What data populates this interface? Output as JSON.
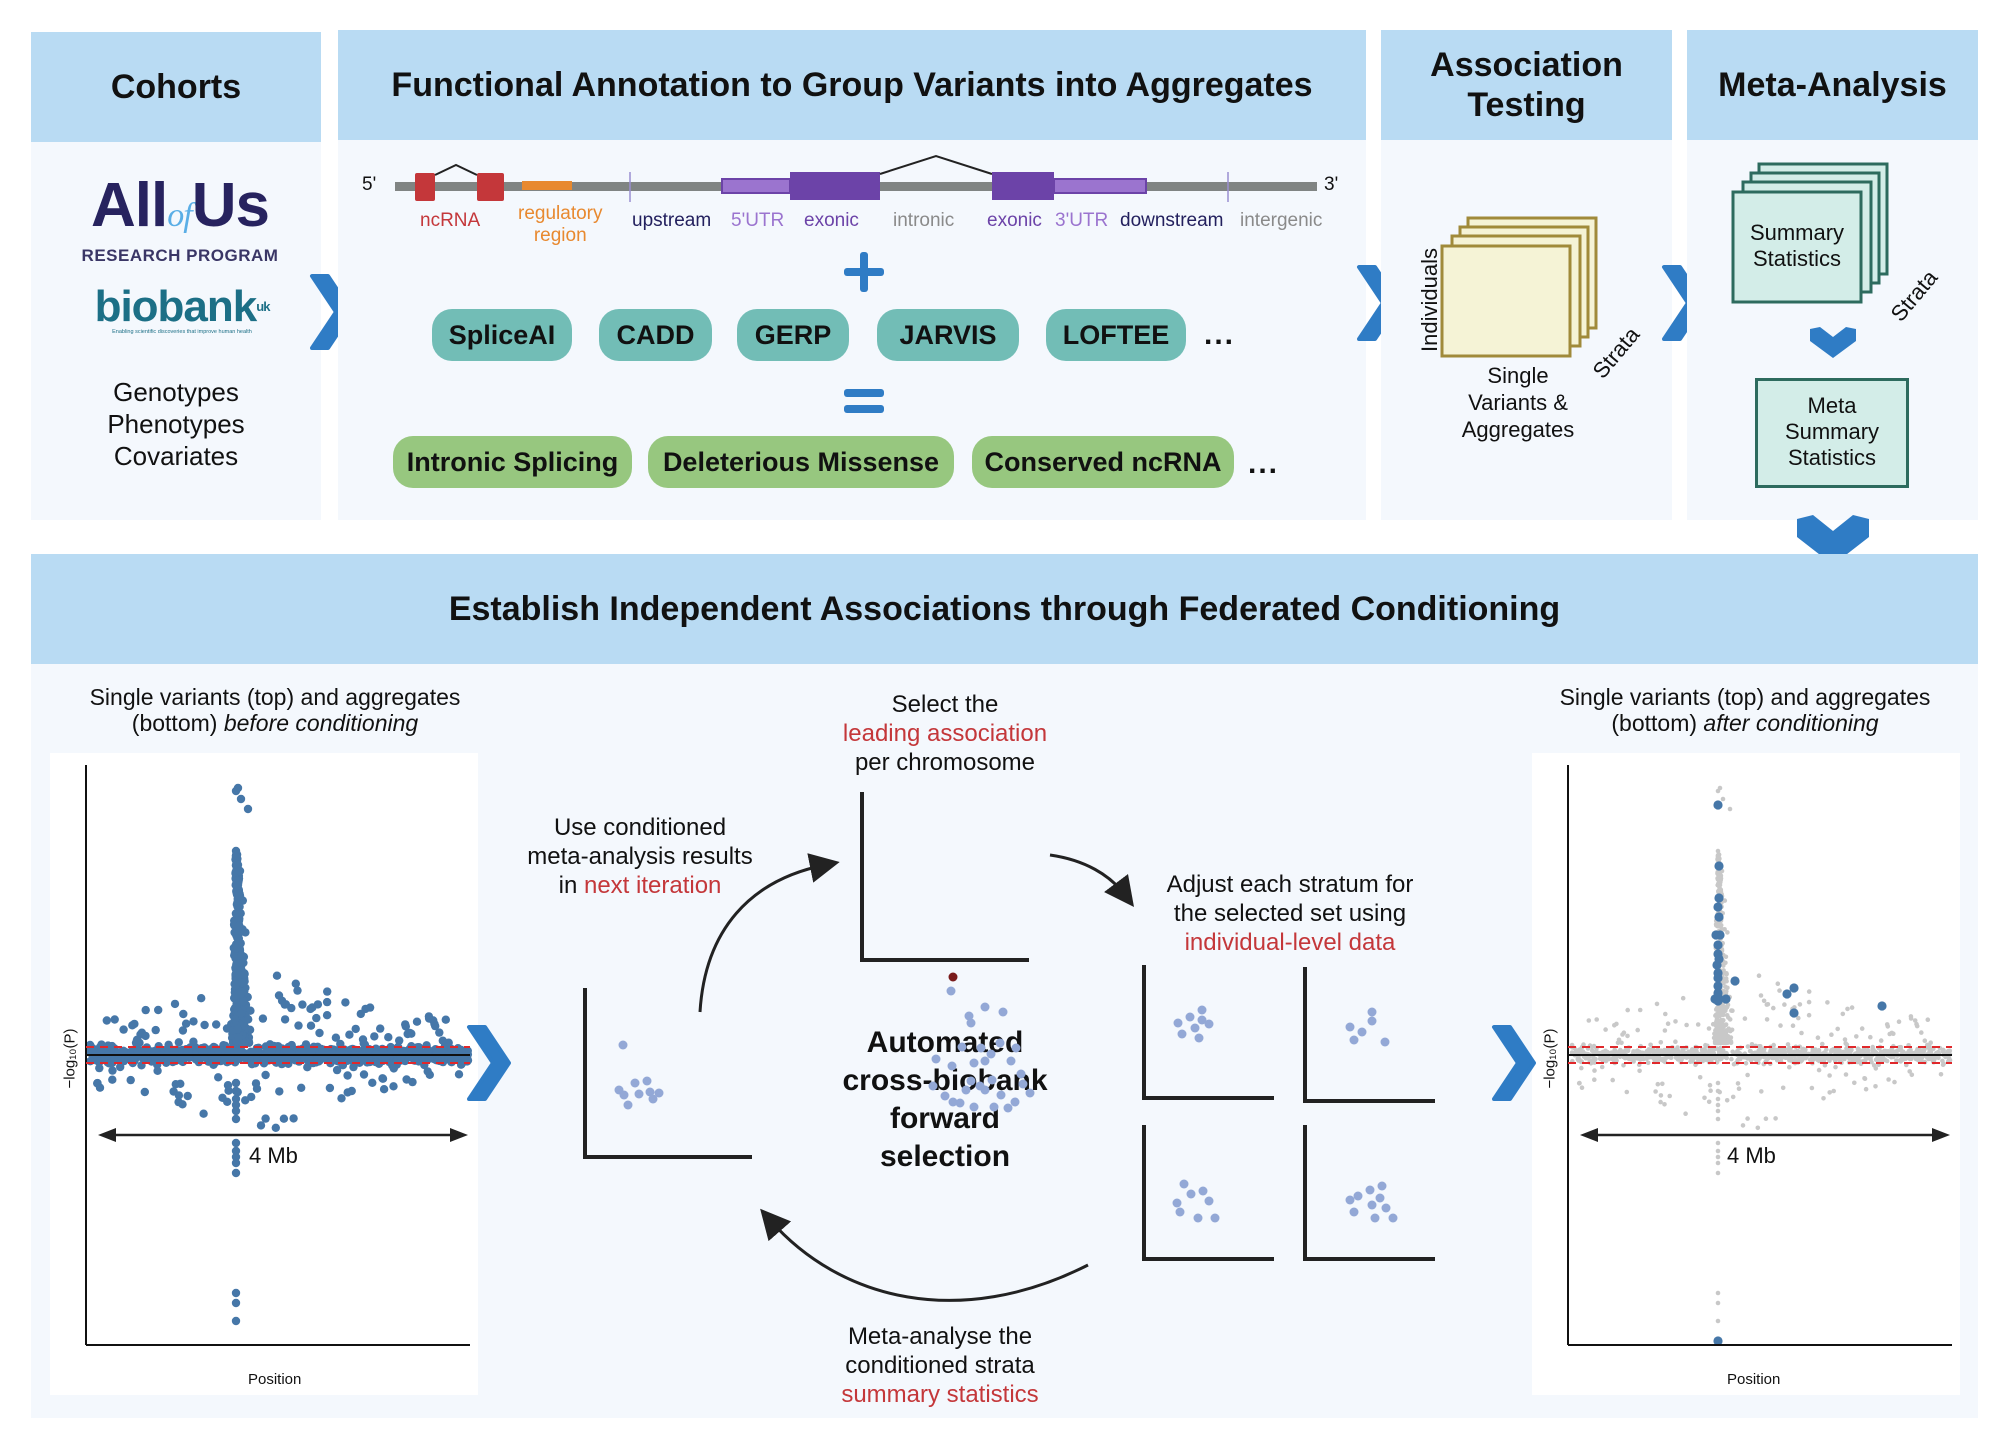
{
  "colors": {
    "header_bg": "#b9dbf3",
    "body_bg": "#f4f8fd",
    "arrow_blue": "#2f7cc5",
    "highlight_red": "#c4373a",
    "tool_pill": "#72bdb6",
    "aggregate_pill": "#97c77f",
    "point_blue": "#4677a8",
    "point_grey": "#c8c8c8",
    "mini_point": "#93a8d6",
    "lead_point": "#7a1b1b"
  },
  "cohorts": {
    "title": "Cohorts",
    "logo1_main_a": "All",
    "logo1_main_of": "of",
    "logo1_main_b": "Us",
    "logo1_sub": "RESEARCH PROGRAM",
    "logo2_main": "biobank",
    "logo2_sup": "uk",
    "logo2_tagline": "Enabling scientific discoveries that improve human health",
    "data_lines": [
      "Genotypes",
      "Phenotypes",
      "Covariates"
    ]
  },
  "annotation": {
    "title": "Functional Annotation to Group Variants into Aggregates",
    "five_prime": "5'",
    "three_prime": "3'",
    "gene_labels": [
      {
        "text": "ncRNA",
        "color": "#c4373a"
      },
      {
        "text": "regulatory\nregion",
        "color": "#e8892f"
      },
      {
        "text": "upstream",
        "color": "#23205e"
      },
      {
        "text": "5'UTR",
        "color": "#9b74cf"
      },
      {
        "text": "exonic",
        "color": "#6c43a8"
      },
      {
        "text": "intronic",
        "color": "#8a8a8a"
      },
      {
        "text": "exonic",
        "color": "#6c43a8"
      },
      {
        "text": "3'UTR",
        "color": "#9b74cf"
      },
      {
        "text": "downstream",
        "color": "#23205e"
      },
      {
        "text": "intergenic",
        "color": "#8a8a8a"
      }
    ],
    "plus_symbol": "+",
    "tools": [
      "SpliceAI",
      "CADD",
      "GERP",
      "JARVIS",
      "LOFTEE"
    ],
    "tools_more": "...",
    "aggregates": [
      "Intronic Splicing",
      "Deleterious Missense",
      "Conserved ncRNA"
    ],
    "aggregates_more": "..."
  },
  "association": {
    "title_line1": "Association",
    "title_line2": "Testing",
    "axis_individuals": "Individuals",
    "axis_strata": "Strata",
    "caption": [
      "Single",
      "Variants &",
      "Aggregates"
    ]
  },
  "meta": {
    "title": "Meta-Analysis",
    "stack_label": [
      "Summary",
      "Statistics"
    ],
    "axis_strata": "Strata",
    "result_label": [
      "Meta",
      "Summary",
      "Statistics"
    ]
  },
  "conditioning": {
    "title": "Establish Independent Associations through Federated Conditioning",
    "before_caption_line1": "Single variants (top) and aggregates",
    "before_caption_line2_plain": "(bottom) ",
    "before_caption_line2_italic": "before conditioning",
    "after_caption_line1": "Single variants (top) and aggregates",
    "after_caption_line2_plain": "(bottom) ",
    "after_caption_line2_italic": "after conditioning",
    "ylabel": "−log₁₀(P)",
    "xlabel": "Position",
    "span_label": "4 Mb",
    "center_title": [
      "Automated",
      "cross-biobank",
      "forward",
      "selection"
    ],
    "step_select": {
      "line1": "Select the",
      "highlight": "leading association",
      "line3": "per chromosome"
    },
    "step_adjust": {
      "line1": "Adjust each stratum for",
      "line2": "the selected set using",
      "highlight": "individual-level data"
    },
    "step_meta": {
      "line1": "Meta-analyse the",
      "line2": "conditioned strata",
      "highlight": "summary statistics"
    },
    "step_iterate": {
      "line1": "Use conditioned",
      "line2": "meta-analysis results",
      "prefix": "in ",
      "highlight": "next iteration"
    }
  },
  "chart_data": [
    {
      "type": "scatter",
      "title": "Single variants (top) and aggregates (bottom) before conditioning",
      "xlabel": "Position",
      "ylabel": "-log10(P)",
      "span_annotation": "4 Mb",
      "threshold_lines": "red dashed lines above and below zero baseline",
      "description": "Mirrored Manhattan-style plot; dense cloud of blue points near baseline with a tall peak at ~38% of the window; aggregates shown below baseline with a vertical column at the same position",
      "series": [
        {
          "name": "variants",
          "color": "#4677a8"
        }
      ]
    },
    {
      "type": "scatter",
      "title": "Single variants (top) and aggregates (bottom) after conditioning",
      "xlabel": "Position",
      "ylabel": "-log10(P)",
      "span_annotation": "4 Mb",
      "threshold_lines": "red dashed lines above and below zero baseline",
      "description": "Same layout; most points greyed out, selected independent associations highlighted in blue along the peak column plus a few outliers",
      "series": [
        {
          "name": "conditioned-out",
          "color": "#c8c8c8"
        },
        {
          "name": "independent",
          "color": "#4677a8"
        }
      ]
    }
  ]
}
